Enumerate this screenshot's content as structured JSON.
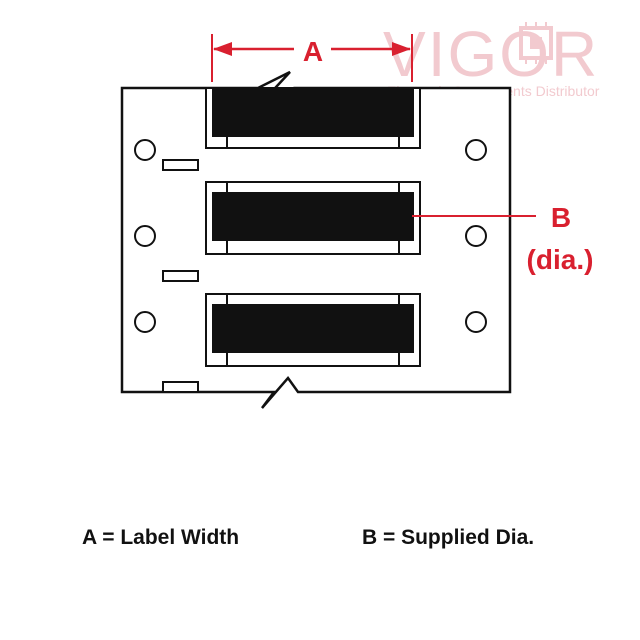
{
  "watermark": {
    "brand": "VIGOR",
    "tagline": "Electronic Components Distributor",
    "color": "#e8a0a8"
  },
  "diagram": {
    "dimension_a": "A",
    "dimension_b": "B",
    "dimension_b_note": "(dia.)",
    "label_count": 3,
    "colors": {
      "annotation": "#d9202f",
      "outline": "#111111",
      "label_fill": "#111111",
      "background": "#ffffff"
    }
  },
  "legend": {
    "a_text": "A = Label Width",
    "b_text": "B = Supplied Dia."
  }
}
